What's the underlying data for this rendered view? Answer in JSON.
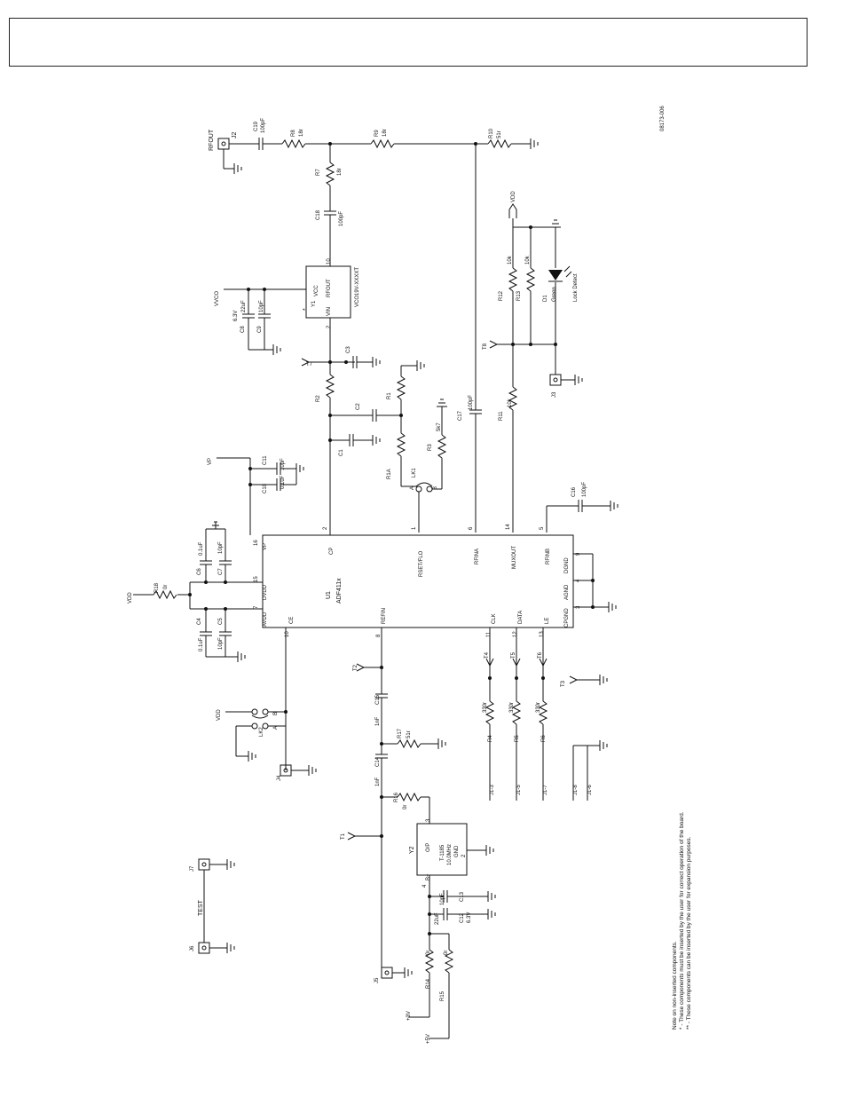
{
  "header_box": "",
  "figure_id": "08173-006",
  "connectors": {
    "rfout": "RFOUT",
    "j2": "J2",
    "vvco": "VVCO",
    "vp": "VP",
    "vdd": "VDD",
    "j3": "J3",
    "j4": "J4",
    "j5": "J5",
    "j6": "J6",
    "j7": "J7",
    "test": "TEST",
    "plus3v": "+3V",
    "plus5v": "+5V",
    "vdd_top": "VDD",
    "vdd_ce": "VDD",
    "j1_3": "J1-3",
    "j1_5": "J1-5",
    "j1_7": "J1-7",
    "j1_8": "J1-8",
    "j1_6": "J1-6"
  },
  "test_points": [
    "T1",
    "T2",
    "T3",
    "T4",
    "T5",
    "T6",
    "T7",
    "T8"
  ],
  "ic": {
    "ref": "U1",
    "part": "ADF411x",
    "pins": {
      "cp": {
        "name": "CP",
        "num": "2"
      },
      "rset": {
        "name": "RSET/FLO",
        "num": "1"
      },
      "rfina": {
        "name": "RFINA",
        "num": "6"
      },
      "muxout": {
        "name": "MUXOUT",
        "num": "14"
      },
      "rfinb": {
        "name": "RFINB",
        "num": "5"
      },
      "vp": {
        "name": "VP",
        "num": "16"
      },
      "dvdd": {
        "name": "DVDD",
        "num": "15"
      },
      "avdd": {
        "name": "AVDD",
        "num": "7"
      },
      "ce": {
        "name": "CE",
        "num": "10"
      },
      "refin": {
        "name": "REFIN",
        "num": "8"
      },
      "clk": {
        "name": "CLK",
        "num": "11"
      },
      "data": {
        "name": "DATA",
        "num": "12"
      },
      "le": {
        "name": "LE",
        "num": "13"
      },
      "dgnd": {
        "name": "DGND",
        "num": "9"
      },
      "agnd": {
        "name": "AGND",
        "num": "4"
      },
      "cpgnd": {
        "name": "CPGND",
        "num": "3"
      }
    }
  },
  "vco": {
    "ref": "Y1",
    "part": "VCO19V-XXXXT",
    "vcc": "VCC",
    "vin": "VIN",
    "rfout": "RFOUT",
    "pin10": "10",
    "pin2": "2",
    "marker": "*"
  },
  "osc": {
    "ref": "Y2",
    "part": "T-1185",
    "freq": "10.0MHz",
    "op": "O/P",
    "bplus": "B+",
    "gnd": "GND",
    "p1": "1",
    "p2": "2",
    "p3": "3",
    "p4": "4"
  },
  "resistors": {
    "r1": "R1",
    "r1a": "R1A",
    "r2": "R2",
    "r3": "R3",
    "r3v": "5k7",
    "r4": "R4",
    "r4v": "330r",
    "r5": "R5",
    "r5v": "330r",
    "r6": "R6",
    "r6v": "330r",
    "r7": "R7",
    "r7v": "18r",
    "r8": "R8",
    "r8v": "18r",
    "r9": "R9",
    "r9v": "18r",
    "r10": "R10",
    "r10v": "51r",
    "r11": "R11",
    "r11v": "10k",
    "r12": "R12",
    "r12v": "10k",
    "r13": "R13",
    "r13v": "10k",
    "r14": "R14",
    "r14v": "0r",
    "r15": "R15",
    "r15v": "0r",
    "r16": "R16",
    "r16v": "0r",
    "r17": "R17",
    "r17v": "51r",
    "r18": "R18",
    "r18v": "0r"
  },
  "capacitors": {
    "c1": "C1",
    "c2": "C2",
    "c3": "C3",
    "c4": "C4",
    "c4v": "0.1uF",
    "c5": "C5",
    "c5v": "10pF",
    "c6": "C6",
    "c6v": "0.1uF",
    "c7": "C7",
    "c7v": "10pF",
    "c8": "C8",
    "c8v": "22uF",
    "c8r": "6.3V",
    "c9": "C9",
    "c9v": "10pF",
    "c10": "C10",
    "c10v": "0.1uF",
    "c11": "C11",
    "c11v": "10pF",
    "c12": "C12",
    "c12v": "22uF",
    "c12r": "6.3V",
    "c13": "C13",
    "c13v": "10pF",
    "c14": "C14",
    "c14v": "1nF",
    "c15": "C15",
    "c15v": "1nF",
    "c16": "C16",
    "c16v": "100pF",
    "c17": "C17",
    "c17v": "100pF",
    "c18": "C18",
    "c18v": "100pF",
    "c19": "C19",
    "c19v": "100pF"
  },
  "links": {
    "lk1": "LK1",
    "lk2": "LK2",
    "a": "A",
    "b": "B"
  },
  "led": {
    "ref": "D1",
    "color": "Green",
    "label": "Lock Detect"
  },
  "notes": {
    "title": "Note on non-inserted components.",
    "line1": "* - These components must be inserted by the user for correct operation of the board.",
    "line2": "** - These components can be inserted by the user for expansion purposes."
  },
  "markers": {
    "star": "*",
    "dstar": "**"
  }
}
